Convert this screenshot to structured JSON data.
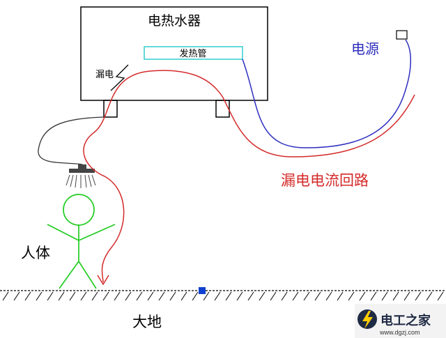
{
  "heater": {
    "title": "电热水器",
    "element_label": "发热管",
    "leak_label": "漏电"
  },
  "power_label": "电源",
  "leak_circuit_label": "漏电电流回路",
  "human_label": "人体",
  "ground_label": "大地",
  "watermark": {
    "brand": "电工之家",
    "url": "www.dgzj.com"
  },
  "colors": {
    "leak_path": "#d42a2a",
    "power_cable": "#2d2dbf",
    "human": "#22cc22",
    "element_box": "#33cccc",
    "ground_marker": "#1040d0",
    "outline": "#000000"
  }
}
